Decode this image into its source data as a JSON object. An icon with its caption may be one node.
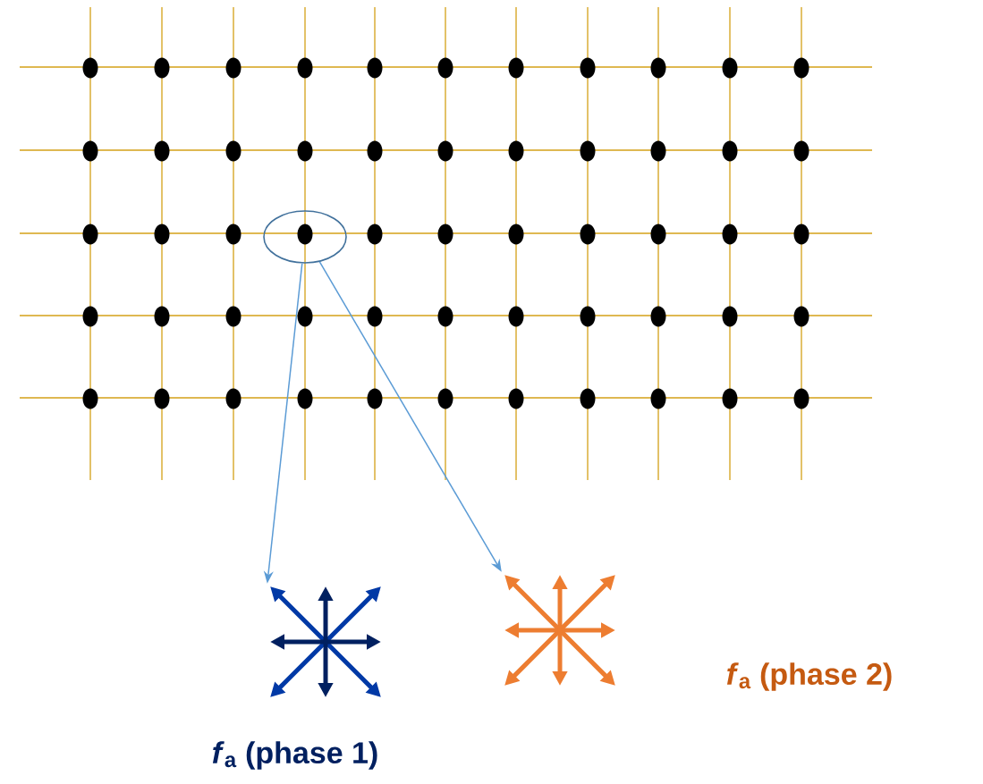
{
  "diagram": {
    "nodes": [
      {
        "text": [],
        "shape": "circle"
      },
      {
        "text": [],
        "shape": "picture",
        "beside": [
          "*f*$_{a}$ (phase 1)"
        ]
      },
      {
        "text": [],
        "shape": "picture",
        "beside": [
          "*f*$_{a}$ (phase 2)"
        ]
      }
    ],
    "edges": [
      {
        "from": 0,
        "to": 1,
        "arrow": "to"
      },
      {
        "from": 0,
        "to": 2,
        "arrow": "to"
      }
    ]
  }
}
